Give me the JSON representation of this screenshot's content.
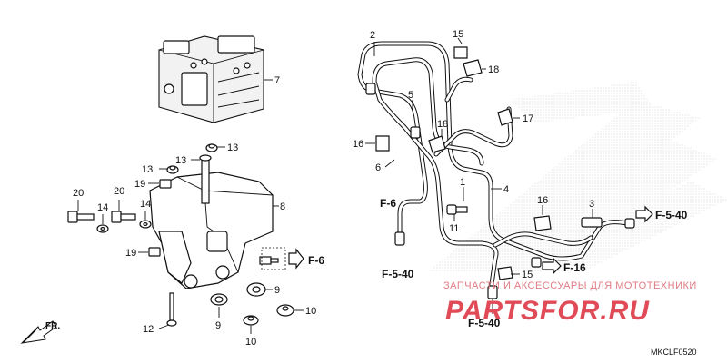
{
  "labels": {
    "n1": "1",
    "n2": "2",
    "n3": "3",
    "n5": "5",
    "n6": "6",
    "n7": "7",
    "n8": "8",
    "n9": "9",
    "n10a": "10",
    "n10b": "10",
    "n11": "11",
    "n12": "12",
    "n13a": "13",
    "n13b": "13",
    "n13c": "13",
    "n14a": "14",
    "n14b": "14",
    "n15a": "15",
    "n15b": "15",
    "n16a": "16",
    "n16b": "16",
    "n17": "17",
    "n18a": "18",
    "n18b": "18",
    "n19a": "19",
    "n19b": "19",
    "n20a": "20",
    "n20b": "20",
    "n4": "4"
  },
  "refs": {
    "f6_right": "F-6",
    "f6_left": "F-6",
    "f540_left": "F-5-40",
    "f540_bottom": "F-5-40",
    "f540_right": "F-5-40",
    "f16": "F-16"
  },
  "direction": "FR.",
  "diagram_code": "MKCLF0520",
  "watermark": {
    "tagline": "ЗАПЧАСТИ И АКСЕССУАРЫ ДЛЯ МОТОТЕХНИКИ",
    "brand": "PARTSFOR.RU"
  },
  "colors": {
    "line": "#111111",
    "watermark_text": "#e04b57",
    "watermark_logo": "#d9d9d9"
  }
}
